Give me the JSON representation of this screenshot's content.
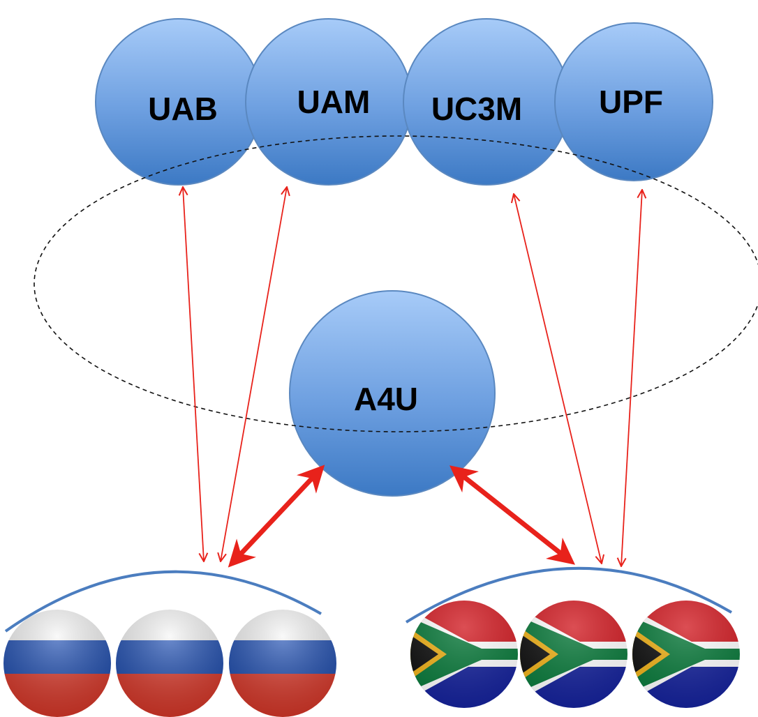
{
  "nodes": {
    "uab": {
      "label": "UAB"
    },
    "uam": {
      "label": "UAM"
    },
    "uc3m": {
      "label": "UC3M"
    },
    "upf": {
      "label": "UPF"
    },
    "a4u": {
      "label": "A4U"
    }
  },
  "groups": {
    "russia": {
      "flag": "russia-flag-icon",
      "count": 3
    },
    "south_africa": {
      "flag": "south-africa-flag-icon",
      "count": 3
    }
  },
  "colors": {
    "node_light": "#9cc3f5",
    "node_dark": "#3f7cc6",
    "node_stroke": "#5a88c0",
    "arrow": "#e8221b",
    "arc": "#4b7dbf",
    "ellipse": "#111111"
  }
}
